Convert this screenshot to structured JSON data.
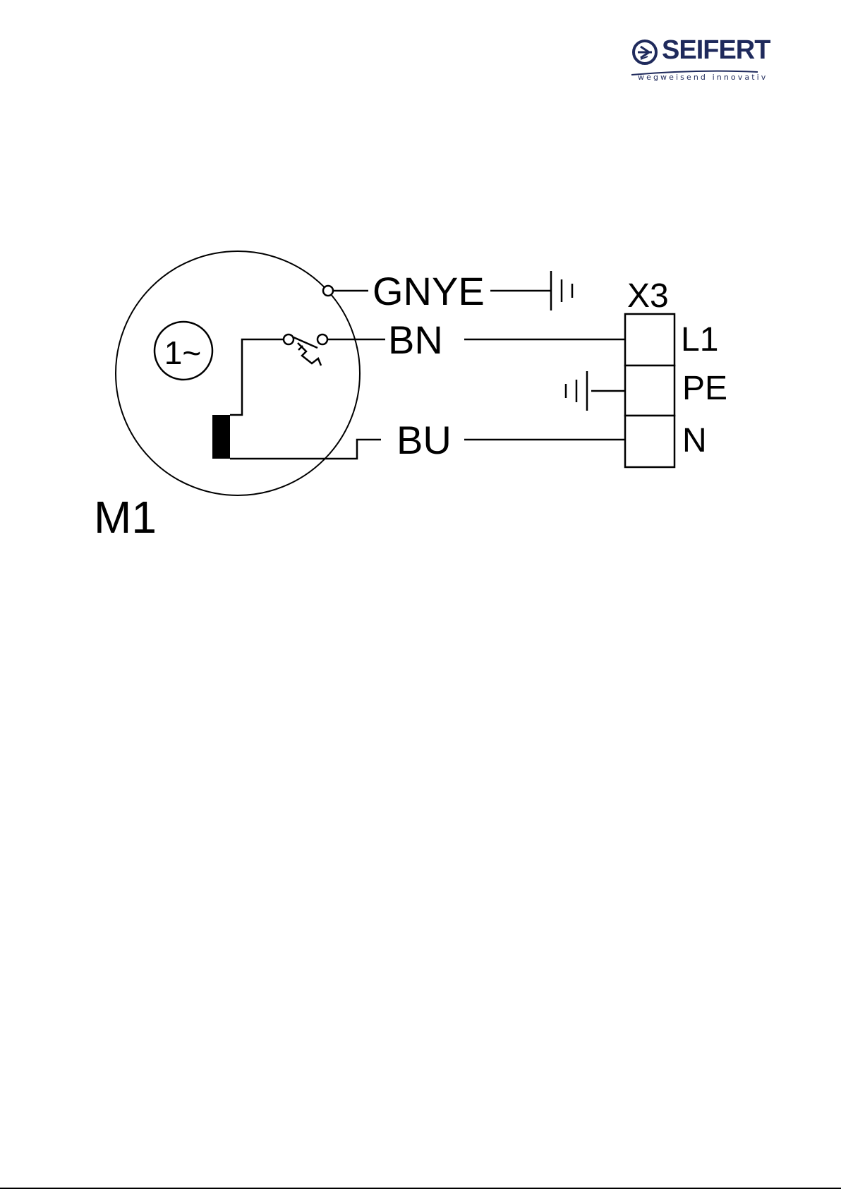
{
  "logo": {
    "brand": "SEIFERT",
    "tagline": "wegweisend innovativ",
    "color": "#1f2a5c"
  },
  "diagram": {
    "motor": {
      "id": "M1",
      "type": "1~"
    },
    "wires": {
      "earth": "GNYE",
      "live": "BN",
      "neutral": "BU"
    },
    "terminal": {
      "id": "X3",
      "pins": [
        "L1",
        "PE",
        "N"
      ]
    }
  }
}
